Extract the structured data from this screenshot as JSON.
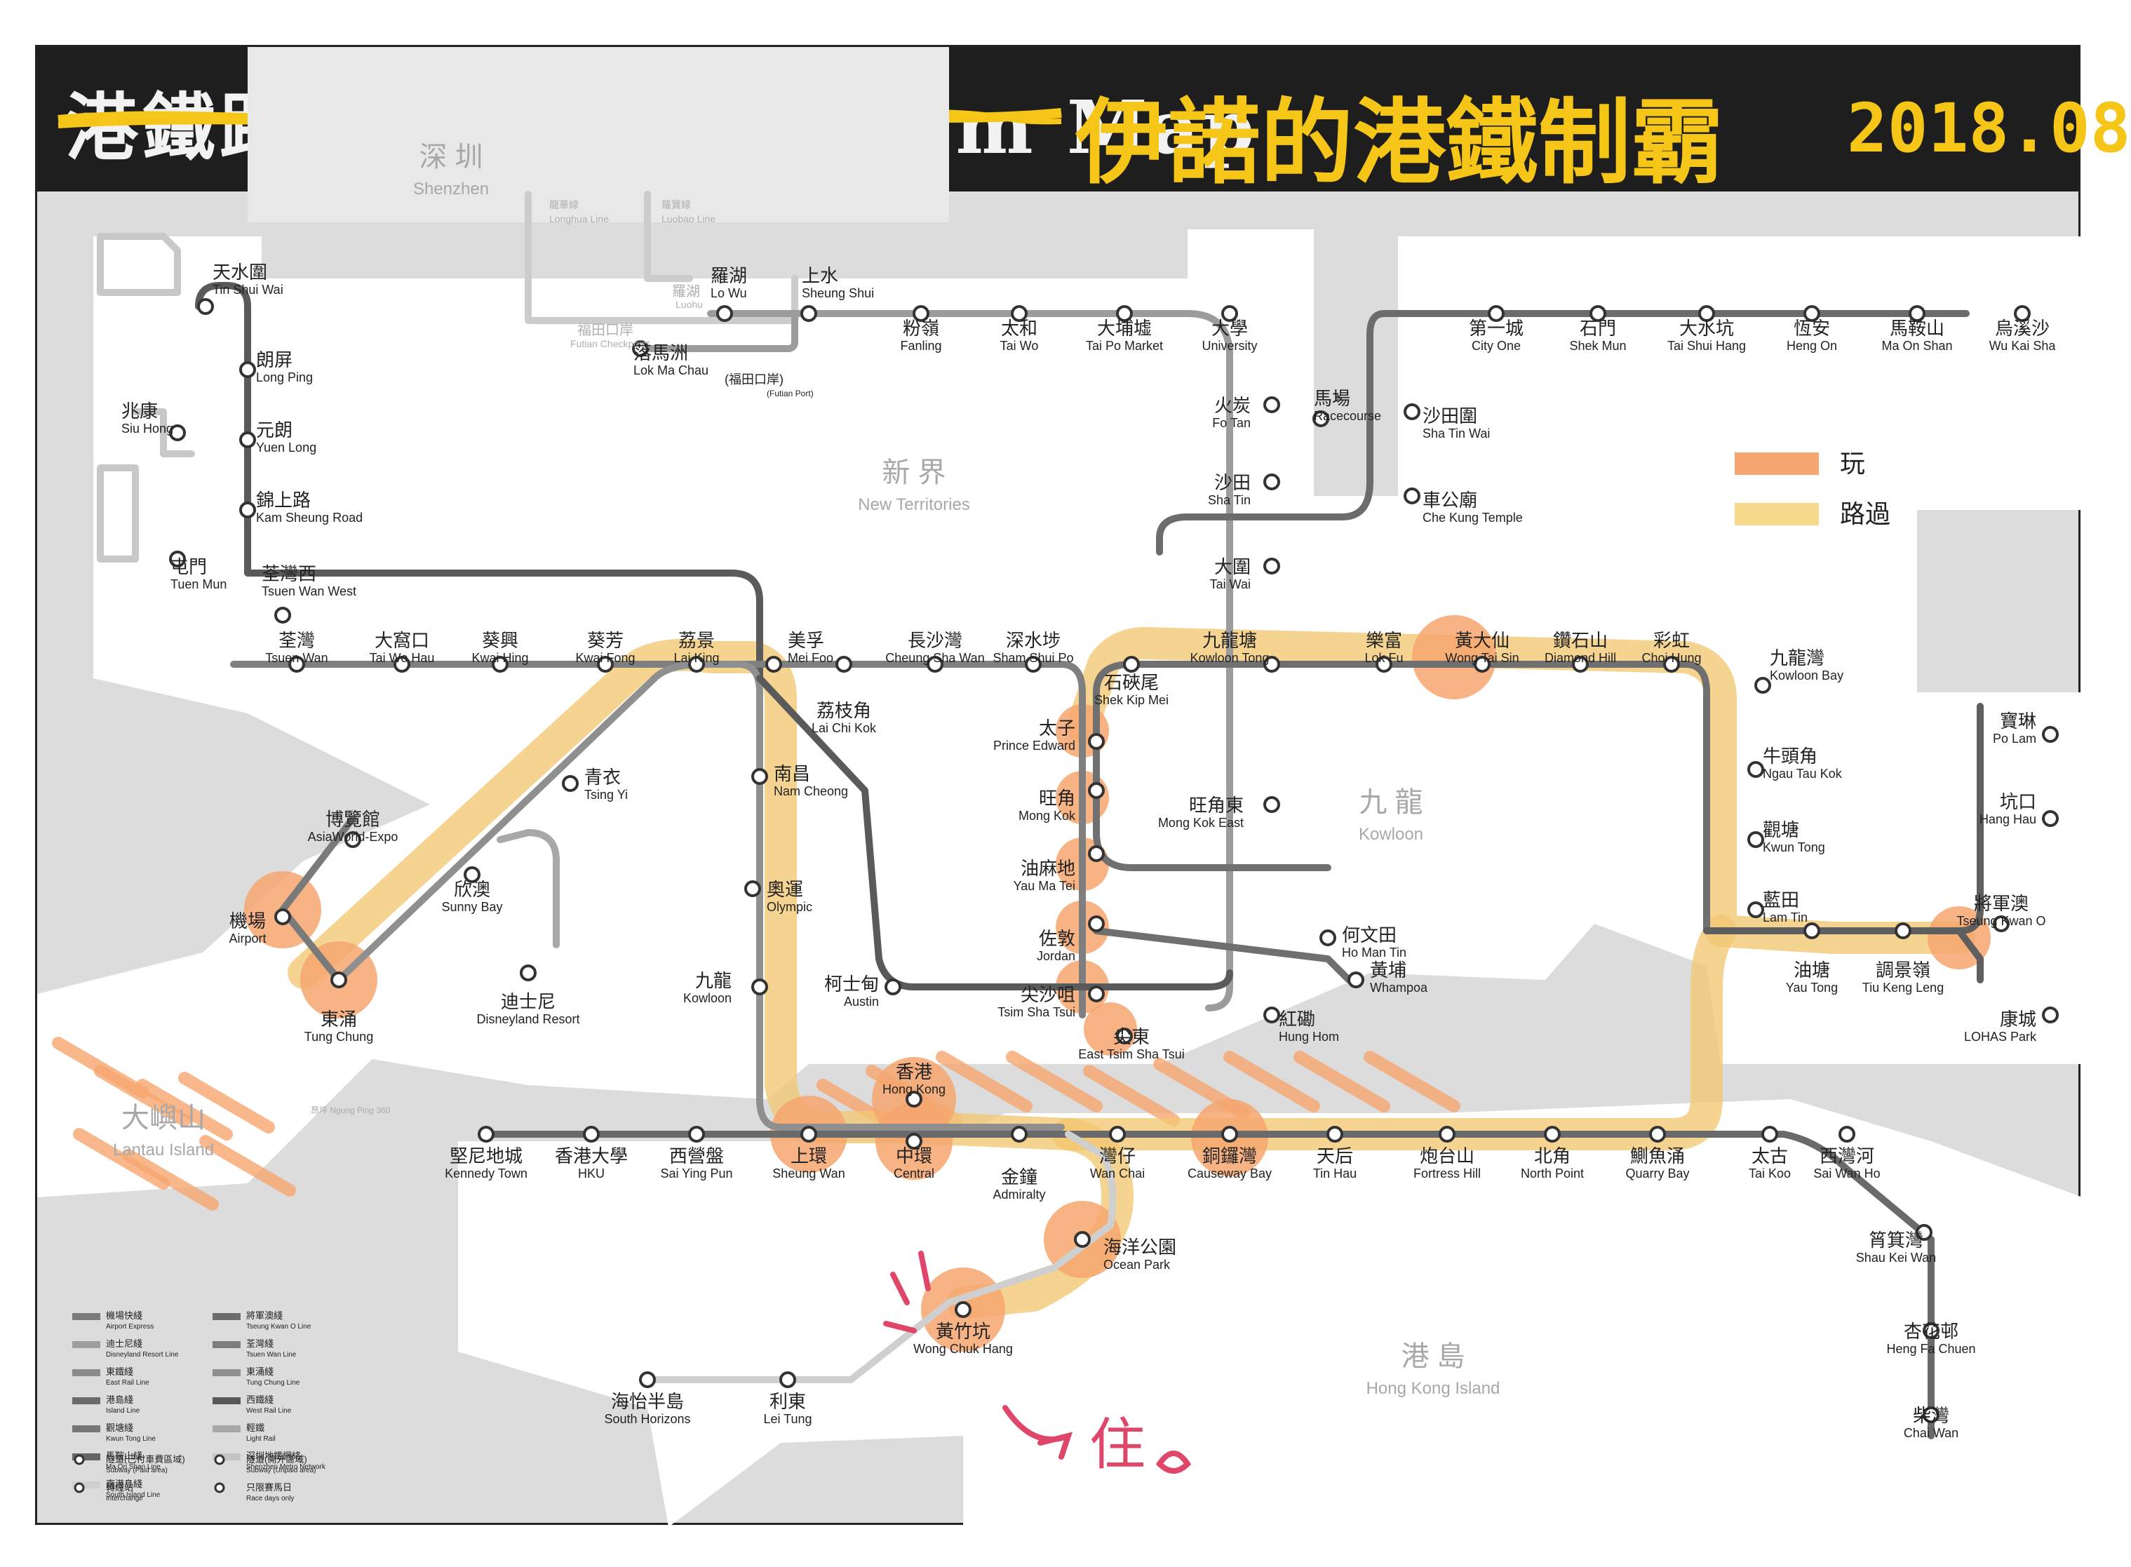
{
  "title": {
    "printed": "港鐵路綫圖 MTR System Map",
    "handwritten": "伊諾的港鐵制霸",
    "date": "2018.08"
  },
  "legend_highlight": {
    "items": [
      {
        "label": "玩",
        "color": "#f6a66f"
      },
      {
        "label": "路過",
        "color": "#f7d98c"
      }
    ]
  },
  "regions": [
    {
      "zh": "深 圳",
      "en": "Shenzhen"
    },
    {
      "zh": "新 界",
      "en": "New Territories"
    },
    {
      "zh": "九 龍",
      "en": "Kowloon"
    },
    {
      "zh": "港 島",
      "en": "Hong Kong Island"
    },
    {
      "zh": "大嶼山",
      "en": "Lantau Island"
    }
  ],
  "stations": [
    {
      "zh": "天水圍",
      "en": "Tin Shui Wai"
    },
    {
      "zh": "朗屏",
      "en": "Long Ping"
    },
    {
      "zh": "兆康",
      "en": "Siu Hong"
    },
    {
      "zh": "元朗",
      "en": "Yuen Long"
    },
    {
      "zh": "錦上路",
      "en": "Kam Sheung Road"
    },
    {
      "zh": "屯門",
      "en": "Tuen Mun"
    },
    {
      "zh": "荃灣西",
      "en": "Tsuen Wan West"
    },
    {
      "zh": "羅湖",
      "en": "Lo Wu"
    },
    {
      "zh": "上水",
      "en": "Sheung Shui"
    },
    {
      "zh": "落馬洲",
      "en": "Lok Ma Chau"
    },
    {
      "zh": "粉嶺",
      "en": "Fanling"
    },
    {
      "zh": "太和",
      "en": "Tai Wo"
    },
    {
      "zh": "大埔墟",
      "en": "Tai Po Market"
    },
    {
      "zh": "大學",
      "en": "University"
    },
    {
      "zh": "火炭",
      "en": "Fo Tan"
    },
    {
      "zh": "馬場",
      "en": "Racecourse"
    },
    {
      "zh": "沙田",
      "en": "Sha Tin"
    },
    {
      "zh": "大圍",
      "en": "Tai Wai"
    },
    {
      "zh": "第一城",
      "en": "City One"
    },
    {
      "zh": "石門",
      "en": "Shek Mun"
    },
    {
      "zh": "大水坑",
      "en": "Tai Shui Hang"
    },
    {
      "zh": "恆安",
      "en": "Heng On"
    },
    {
      "zh": "馬鞍山",
      "en": "Ma On Shan"
    },
    {
      "zh": "烏溪沙",
      "en": "Wu Kai Sha"
    },
    {
      "zh": "沙田圍",
      "en": "Sha Tin Wai"
    },
    {
      "zh": "車公廟",
      "en": "Che Kung Temple"
    },
    {
      "zh": "荃灣",
      "en": "Tsuen Wan"
    },
    {
      "zh": "大窩口",
      "en": "Tai Wo Hau"
    },
    {
      "zh": "葵興",
      "en": "Kwai Hing"
    },
    {
      "zh": "葵芳",
      "en": "Kwai Fong"
    },
    {
      "zh": "荔景",
      "en": "Lai King"
    },
    {
      "zh": "美孚",
      "en": "Mei Foo"
    },
    {
      "zh": "荔枝角",
      "en": "Lai Chi Kok"
    },
    {
      "zh": "長沙灣",
      "en": "Cheung Sha Wan"
    },
    {
      "zh": "深水埗",
      "en": "Sham Shui Po"
    },
    {
      "zh": "九龍塘",
      "en": "Kowloon Tong"
    },
    {
      "zh": "石硤尾",
      "en": "Shek Kip Mei"
    },
    {
      "zh": "樂富",
      "en": "Lok Fu"
    },
    {
      "zh": "黃大仙",
      "en": "Wong Tai Sin"
    },
    {
      "zh": "鑽石山",
      "en": "Diamond Hill"
    },
    {
      "zh": "彩虹",
      "en": "Choi Hung"
    },
    {
      "zh": "九龍灣",
      "en": "Kowloon Bay"
    },
    {
      "zh": "牛頭角",
      "en": "Ngau Tau Kok"
    },
    {
      "zh": "觀塘",
      "en": "Kwun Tong"
    },
    {
      "zh": "藍田",
      "en": "Lam Tin"
    },
    {
      "zh": "油塘",
      "en": "Yau Tong"
    },
    {
      "zh": "調景嶺",
      "en": "Tiu Keng Leng"
    },
    {
      "zh": "將軍澳",
      "en": "Tseung Kwan O"
    },
    {
      "zh": "寶琳",
      "en": "Po Lam"
    },
    {
      "zh": "坑口",
      "en": "Hang Hau"
    },
    {
      "zh": "康城",
      "en": "LOHAS Park"
    },
    {
      "zh": "太子",
      "en": "Prince Edward"
    },
    {
      "zh": "旺角",
      "en": "Mong Kok"
    },
    {
      "zh": "旺角東",
      "en": "Mong Kok East"
    },
    {
      "zh": "油麻地",
      "en": "Yau Ma Tei"
    },
    {
      "zh": "佐敦",
      "en": "Jordan"
    },
    {
      "zh": "尖沙咀",
      "en": "Tsim Sha Tsui"
    },
    {
      "zh": "尖東",
      "en": "East Tsim Sha Tsui"
    },
    {
      "zh": "紅磡",
      "en": "Hung Hom"
    },
    {
      "zh": "何文田",
      "en": "Ho Man Tin"
    },
    {
      "zh": "黃埔",
      "en": "Whampoa"
    },
    {
      "zh": "南昌",
      "en": "Nam Cheong"
    },
    {
      "zh": "奧運",
      "en": "Olympic"
    },
    {
      "zh": "九龍",
      "en": "Kowloon"
    },
    {
      "zh": "柯士甸",
      "en": "Austin"
    },
    {
      "zh": "青衣",
      "en": "Tsing Yi"
    },
    {
      "zh": "欣澳",
      "en": "Sunny Bay"
    },
    {
      "zh": "博覽館",
      "en": "AsiaWorld-Expo"
    },
    {
      "zh": "機場",
      "en": "Airport"
    },
    {
      "zh": "東涌",
      "en": "Tung Chung"
    },
    {
      "zh": "迪士尼",
      "en": "Disneyland Resort"
    },
    {
      "zh": "堅尼地城",
      "en": "Kennedy Town"
    },
    {
      "zh": "香港大學",
      "en": "HKU"
    },
    {
      "zh": "西營盤",
      "en": "Sai Ying Pun"
    },
    {
      "zh": "上環",
      "en": "Sheung Wan"
    },
    {
      "zh": "中環",
      "en": "Central"
    },
    {
      "zh": "香港",
      "en": "Hong Kong"
    },
    {
      "zh": "金鐘",
      "en": "Admiralty"
    },
    {
      "zh": "灣仔",
      "en": "Wan Chai"
    },
    {
      "zh": "銅鑼灣",
      "en": "Causeway Bay"
    },
    {
      "zh": "天后",
      "en": "Tin Hau"
    },
    {
      "zh": "炮台山",
      "en": "Fortress Hill"
    },
    {
      "zh": "北角",
      "en": "North Point"
    },
    {
      "zh": "鰂魚涌",
      "en": "Quarry Bay"
    },
    {
      "zh": "太古",
      "en": "Tai Koo"
    },
    {
      "zh": "西灣河",
      "en": "Sai Wan Ho"
    },
    {
      "zh": "筲箕灣",
      "en": "Shau Kei Wan"
    },
    {
      "zh": "杏花邨",
      "en": "Heng Fa Chuen"
    },
    {
      "zh": "柴灣",
      "en": "Chai Wan"
    },
    {
      "zh": "海洋公園",
      "en": "Ocean Park"
    },
    {
      "zh": "黃竹坑",
      "en": "Wong Chuk Hang"
    },
    {
      "zh": "海怡半島",
      "en": "South Horizons"
    },
    {
      "zh": "利東",
      "en": "Lei Tung"
    }
  ],
  "small_labels": {
    "futian": "福田口岸",
    "futian_en": "Futian Checkpoint",
    "longhua": "龍華線",
    "longhua_en": "Longhua Line",
    "luobao": "羅寶線",
    "luobao_en": "Luobao Line",
    "luohu": "羅湖",
    "luohu_en": "Luohu",
    "lmc_note": "(福田口岸)",
    "lmc_note_en": "(Futian Port)",
    "ngong_ping": "昂坪 Ngong Ping 360",
    "racecourse_star": "*",
    "annotation": "住"
  },
  "lines_legend": [
    {
      "zh": "機場快綫",
      "en": "Airport Express",
      "color": "#7a7a7a"
    },
    {
      "zh": "將軍澳綫",
      "en": "Tseung Kwan O Line",
      "color": "#6c6c6c"
    },
    {
      "zh": "迪士尼綫",
      "en": "Disneyland Resort Line",
      "color": "#9e9e9e"
    },
    {
      "zh": "荃灣綫",
      "en": "Tsuen Wan Line",
      "color": "#7d7d7d"
    },
    {
      "zh": "東鐵綫",
      "en": "East Rail Line",
      "color": "#8a8a8a"
    },
    {
      "zh": "東涌綫",
      "en": "Tung Chung Line",
      "color": "#8f8f8f"
    },
    {
      "zh": "港島綫",
      "en": "Island Line",
      "color": "#6a6a6a"
    },
    {
      "zh": "西鐵綫",
      "en": "West Rail Line",
      "color": "#585858"
    },
    {
      "zh": "觀塘綫",
      "en": "Kwun Tong Line",
      "color": "#777777"
    },
    {
      "zh": "輕鐵",
      "en": "Light Rail",
      "color": "#a8a8a8"
    },
    {
      "zh": "馬鞍山綫",
      "en": "Ma On Shan Line",
      "color": "#656565"
    },
    {
      "zh": "深圳地鐵網絡",
      "en": "Shenzhen Metro Network",
      "color": "#c4c4c4"
    },
    {
      "zh": "南港島綫",
      "en": "South Island Line",
      "color": "#cfcfcf"
    }
  ],
  "legend_symbols": [
    {
      "zh": "隧道(已付車費區域)",
      "en": "Subway (Paid area)"
    },
    {
      "zh": "隧道(開外區域)",
      "en": "Subway (Unpaid area)"
    },
    {
      "zh": "轉綫站",
      "en": "Interchange"
    },
    {
      "zh": "只限賽馬日",
      "en": "Race days only"
    }
  ]
}
